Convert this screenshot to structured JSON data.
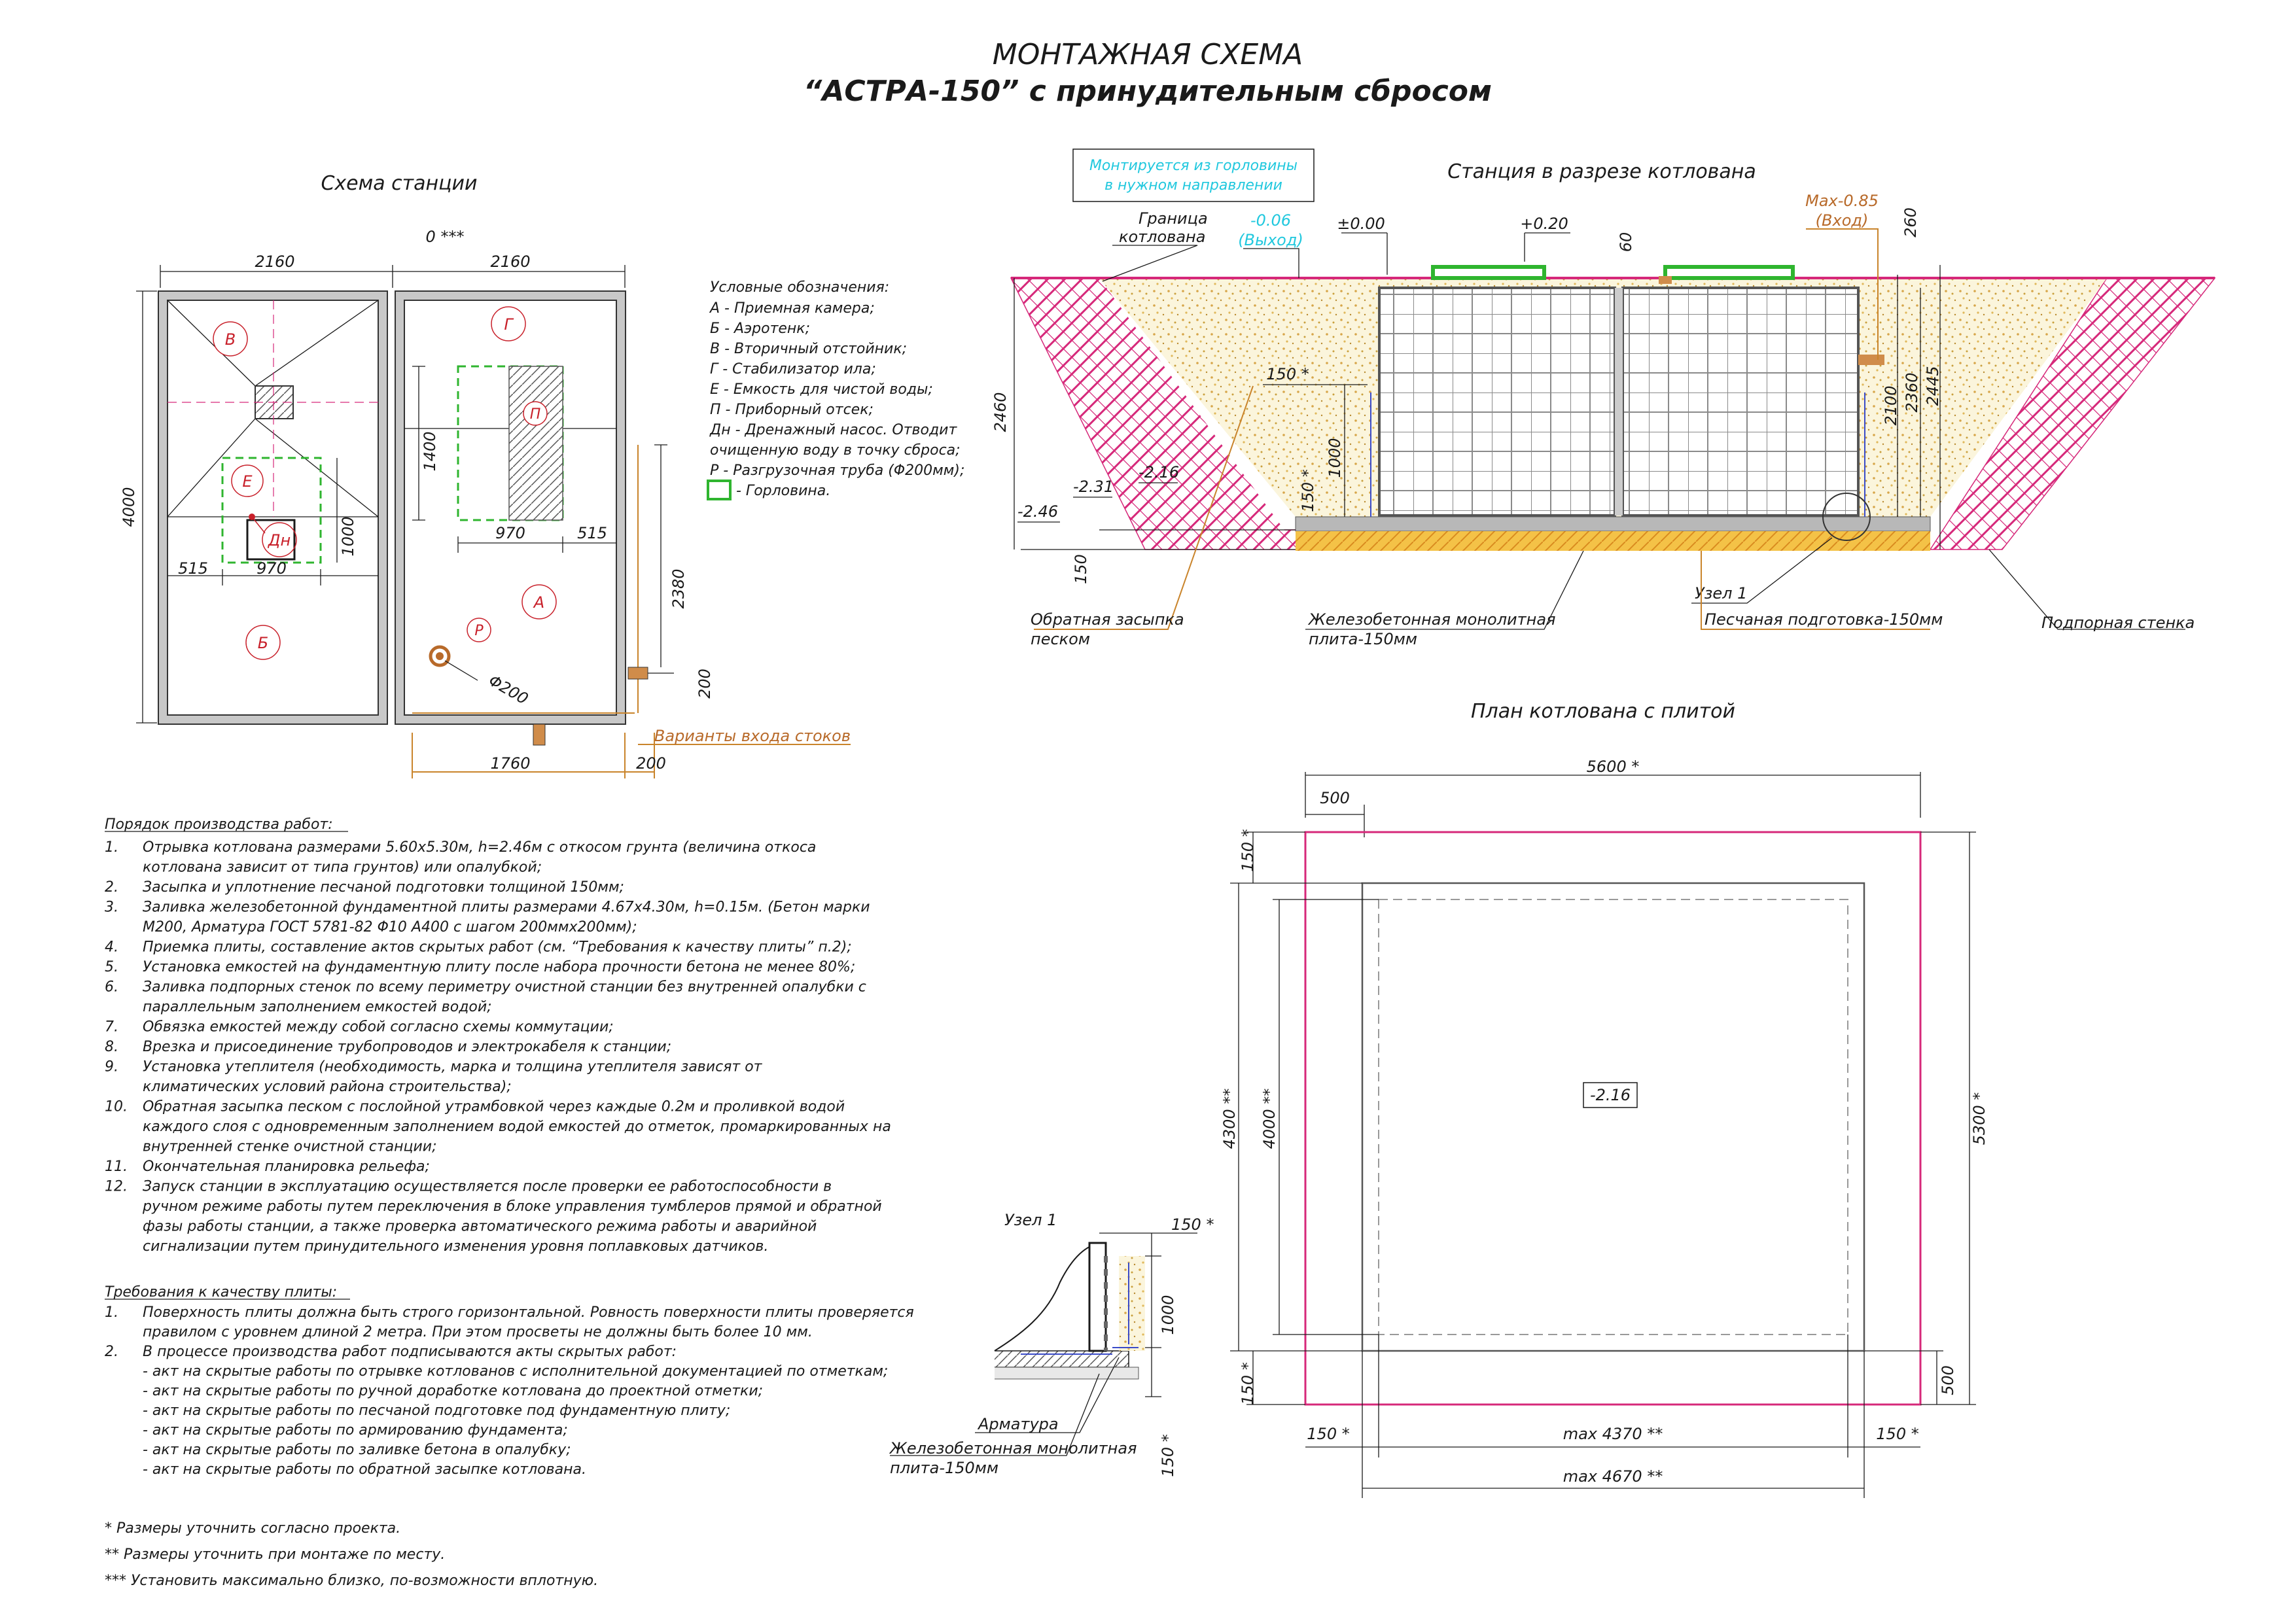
{
  "title": {
    "line1": "МОНТАЖНАЯ СХЕМА",
    "line2": "“АСТРА-150” с принудительным сбросом"
  },
  "station_scheme": {
    "title": "Схема станции",
    "top_mark": "0 ***",
    "dim_left_width": "2160",
    "dim_right_width": "2160",
    "dim_height": "4000",
    "dim_1400": "1400",
    "dim_970_top": "970",
    "dim_515_top": "515",
    "dim_1000": "1000",
    "dim_515_bottom": "515",
    "dim_970_bottom": "970",
    "dim_2380": "2380",
    "dim_200_side": "200",
    "dim_1760": "1760",
    "dim_200_bottom": "200",
    "pipe_dia": "Φ200",
    "inlet_variants": "Варианты входа стоков",
    "labels": {
      "A": "А",
      "B": "Б",
      "V": "В",
      "G": "Г",
      "E": "Е",
      "P": "П",
      "Dn": "Дн",
      "R": "Р"
    }
  },
  "legend": {
    "title": "Условные обозначения:",
    "items": [
      "А - Приемная камера;",
      "Б - Аэротенк;",
      "В - Вторичный отстойник;",
      "Г - Стабилизатор ила;",
      "Е - Емкость для чистой воды;",
      "П - Приборный отсек;",
      "Дн - Дренажный насос. Отводит",
      "очищенную воду в точку сброса;",
      "Р - Разгрузочная труба (Φ200мм);"
    ],
    "hatch_label": "- Горловина."
  },
  "section": {
    "title": "Станция в разрезе котлована",
    "note_line1": "Монтируется из горловины",
    "note_line2": "в нужном направлении",
    "border_line1": "Граница",
    "border_line2": "котлована",
    "outlet_mark": "-0.06",
    "outlet_label": "(Выход)",
    "mark_000": "±0.00",
    "mark_020": "+0.20",
    "dim_60": "60",
    "inlet_mark": "Max-0.85",
    "inlet_label": "(Вход)",
    "dim_260": "260",
    "dim_2460": "2460",
    "dim_2100": "2100",
    "dim_2360": "2360",
    "dim_2445": "2445",
    "dim_150_top": "150 *",
    "dim_1000": "1000",
    "dim_150_side": "150 *",
    "mark_231": "-2.31",
    "mark_216": "-2.16",
    "mark_246": "-2.46",
    "dim_150_bottom": "150",
    "backfill_line1": "Обратная засыпка",
    "backfill_line2": "песком",
    "slab_line1": "Железобетонная монолитная",
    "slab_line2": "плита-150мм",
    "node": "Узел 1",
    "sand": "Песчаная подготовка-150мм",
    "retaining": "Подпорная стенка"
  },
  "steps": {
    "title": "Порядок производства работ:",
    "items": [
      [
        "1.",
        "Отрывка котлована размерами 5.60х5.30м, h=2.46м с откосом грунта (величина откоса"
      ],
      [
        "",
        "котлована зависит от типа грунтов) или опалубкой;"
      ],
      [
        "2.",
        "Засыпка и уплотнение песчаной подготовки толщиной 150мм;"
      ],
      [
        "3.",
        "Заливка железобетонной фундаментной плиты размерами 4.67х4.30м, h=0.15м. (Бетон марки"
      ],
      [
        "",
        "М200, Арматура ГОСТ 5781-82 Φ10 А400 с шагом 200ммх200мм);"
      ],
      [
        "4.",
        "Приемка плиты, составление актов скрытых работ (см. “Требования к качеству плиты” п.2);"
      ],
      [
        "5.",
        "Установка емкостей на фундаментную плиту после набора прочности бетона не менее 80%;"
      ],
      [
        "6.",
        "Заливка подпорных стенок по всему периметру очистной станции без внутренней опалубки с"
      ],
      [
        "",
        "параллельным заполнением емкостей водой;"
      ],
      [
        "7.",
        "Обвязка емкостей между собой согласно схемы коммутации;"
      ],
      [
        "8.",
        "Врезка и присоединение трубопроводов и электрокабеля к станции;"
      ],
      [
        "9.",
        "Установка утеплителя (необходимость, марка и толщина утеплителя зависят от"
      ],
      [
        "",
        "климатических условий района строительства);"
      ],
      [
        "10.",
        "Обратная засыпка песком с послойной утрамбовкой через каждые 0.2м и проливкой водой"
      ],
      [
        "",
        "каждого слоя с одновременным заполнением водой емкостей до отметок, промаркированных на"
      ],
      [
        "",
        "внутренней стенке очистной станции;"
      ],
      [
        "11.",
        "Окончательная планировка рельефа;"
      ],
      [
        "12.",
        "Запуск станции в эксплуатацию осуществляется после проверки ее работоспособности в"
      ],
      [
        "",
        "ручном режиме работы путем переключения в блоке управления тумблеров прямой и обратной"
      ],
      [
        "",
        "фазы работы станции, а также проверка автоматического режима работы и аварийной"
      ],
      [
        "",
        "сигнализации путем принудительного изменения уровня поплавковых датчиков."
      ]
    ]
  },
  "requirements": {
    "title": "Требования к качеству плиты:",
    "items": [
      [
        "1.",
        "Поверхность плиты должна быть строго горизонтальной. Ровность поверхности плиты проверяется"
      ],
      [
        "",
        "правилом с уровнем длиной 2 метра. При этом просветы не должны быть более 10 мм."
      ],
      [
        "2.",
        "В процессе производства работ подписываются акты скрытых работ:"
      ],
      [
        "",
        "- акт на скрытые работы по отрывке котлованов с исполнительной документацией по отметкам;"
      ],
      [
        "",
        "- акт на скрытые работы по ручной доработке котлована до проектной отметки;"
      ],
      [
        "",
        "- акт на скрытые работы по песчаной подготовке под фундаментную плиту;"
      ],
      [
        "",
        "- акт на скрытые работы по армированию фундамента;"
      ],
      [
        "",
        "- акт на скрытые работы по заливке бетона в опалубку;"
      ],
      [
        "",
        "- акт на скрытые работы по обратной засыпке котлована."
      ]
    ]
  },
  "footnotes": [
    "* Размеры уточнить согласно проекта.",
    "** Размеры уточнить при монтаже по месту.",
    "*** Установить максимально близко, по-возможности вплотную."
  ],
  "node": {
    "title": "Узел 1",
    "dim_150_top": "150 *",
    "dim_1000": "1000",
    "dim_150_bottom": "150 *",
    "rebar": "Арматура",
    "slab_line1": "Железобетонная монолитная",
    "slab_line2": "плита-150мм"
  },
  "plan": {
    "title": "План котлована с плитой",
    "dim_5600": "5600 *",
    "dim_500_top": "500",
    "dim_150_top": "150 *",
    "dim_4300": "4300 **",
    "dim_4000": "4000 **",
    "dim_5300": "5300 *",
    "center_mark": "-2.16",
    "dim_150_bottom": "150 *",
    "dim_500_right": "500",
    "dim_150_left": "150 *",
    "dim_4370": "max 4370 **",
    "dim_150_right": "150 *",
    "dim_4670": "max 4670 **"
  },
  "colors": {
    "soil_pink": "#d6287a",
    "sand": "#e6d28a",
    "green_hatch": "#2fb52f",
    "accent_red": "#c8202a",
    "cyan_note": "#21c8de",
    "brown": "#b86a2a"
  }
}
